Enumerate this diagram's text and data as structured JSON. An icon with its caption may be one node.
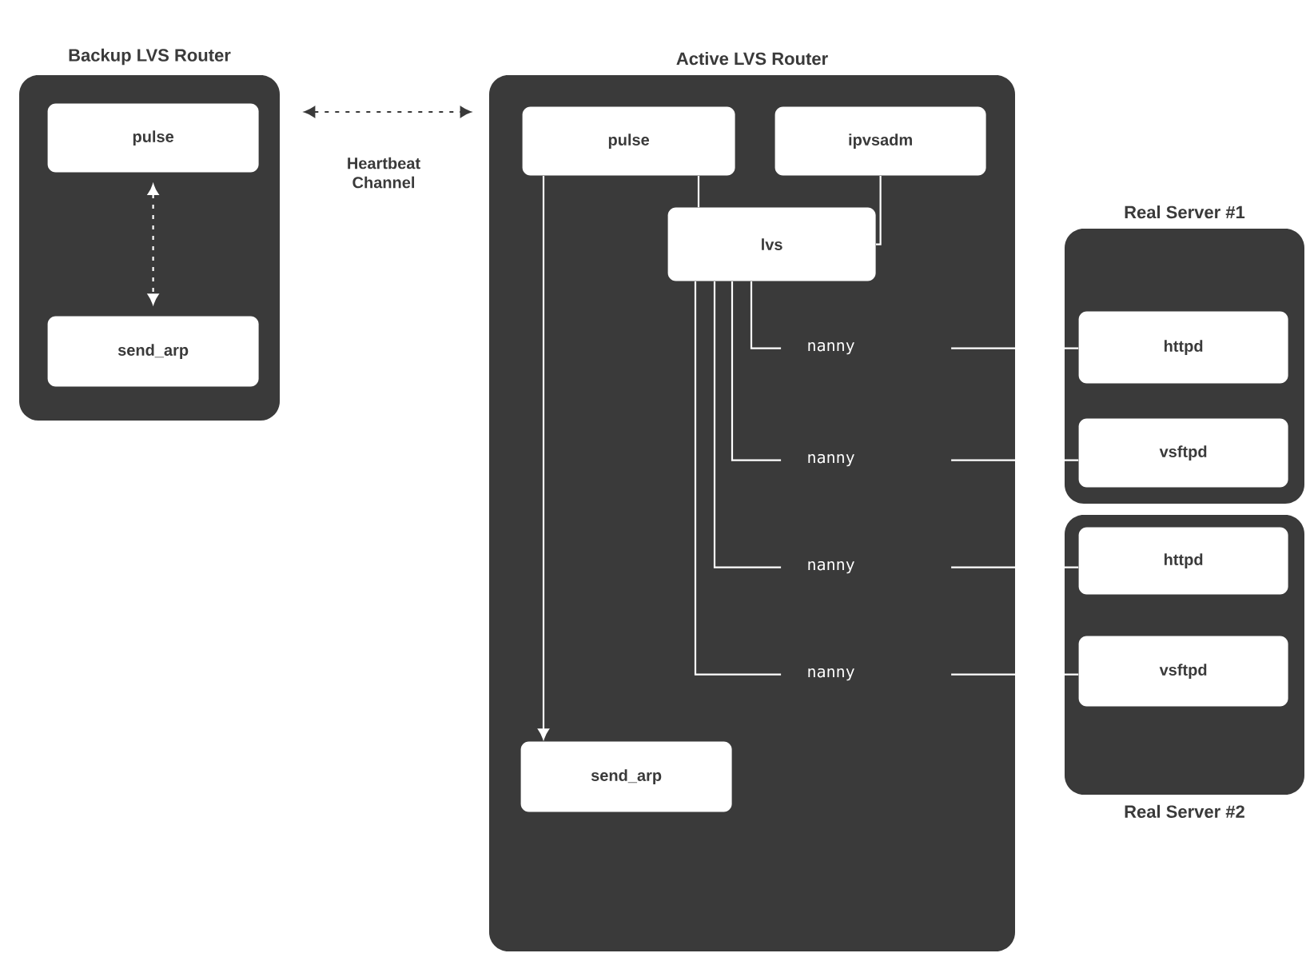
{
  "diagram": {
    "nodes": [
      {
        "text": [
          "Backup LVS Router"
        ]
      },
      {
        "text": [
          "pulse"
        ],
        "in": 0
      },
      {
        "text": [
          "send_arp"
        ],
        "in": 0
      },
      {
        "text": [
          "Active LVS Router"
        ]
      },
      {
        "text": [
          "pulse"
        ],
        "in": 3
      },
      {
        "text": [
          "ipvsadm"
        ],
        "in": 3
      },
      {
        "text": [
          "lvs"
        ],
        "in": 3
      },
      {
        "text": [
          "nanny"
        ],
        "in": 3
      },
      {
        "text": [
          "nanny"
        ],
        "in": 3
      },
      {
        "text": [
          "nanny"
        ],
        "in": 3
      },
      {
        "text": [
          "nanny"
        ],
        "in": 3
      },
      {
        "text": [
          "send_arp"
        ],
        "in": 3
      },
      {
        "text": [
          "Real Server #1"
        ]
      },
      {
        "text": [
          "httpd"
        ],
        "in": 12
      },
      {
        "text": [
          "vsftpd"
        ],
        "in": 12
      },
      {
        "text": [
          "Real Server #2"
        ]
      },
      {
        "text": [
          "httpd"
        ],
        "in": 15
      },
      {
        "text": [
          "vsftpd"
        ],
        "in": 15
      }
    ],
    "edges": [
      {
        "from": 1,
        "to": 2,
        "arrow": "both",
        "style": "dashed"
      },
      {
        "from": 0,
        "to": 3,
        "arrow": "both",
        "style": "dashed",
        "color": "#3a3a3a",
        "label": "Heartbeat Channel"
      },
      {
        "from": 4,
        "to": 6,
        "arrow": "none"
      },
      {
        "from": 5,
        "to": 6,
        "arrow": "none"
      },
      {
        "from": 6,
        "to": 7,
        "arrow": "none"
      },
      {
        "from": 6,
        "to": 8,
        "arrow": "none"
      },
      {
        "from": 6,
        "to": 9,
        "arrow": "none"
      },
      {
        "from": 6,
        "to": 10,
        "arrow": "none"
      },
      {
        "from": 4,
        "to": 11,
        "arrow": "to"
      },
      {
        "from": 7,
        "to": 13,
        "arrow": "none"
      },
      {
        "from": 8,
        "to": 14,
        "arrow": "none"
      },
      {
        "from": 9,
        "to": 16,
        "arrow": "none"
      },
      {
        "from": 10,
        "to": 17,
        "arrow": "none"
      }
    ]
  }
}
